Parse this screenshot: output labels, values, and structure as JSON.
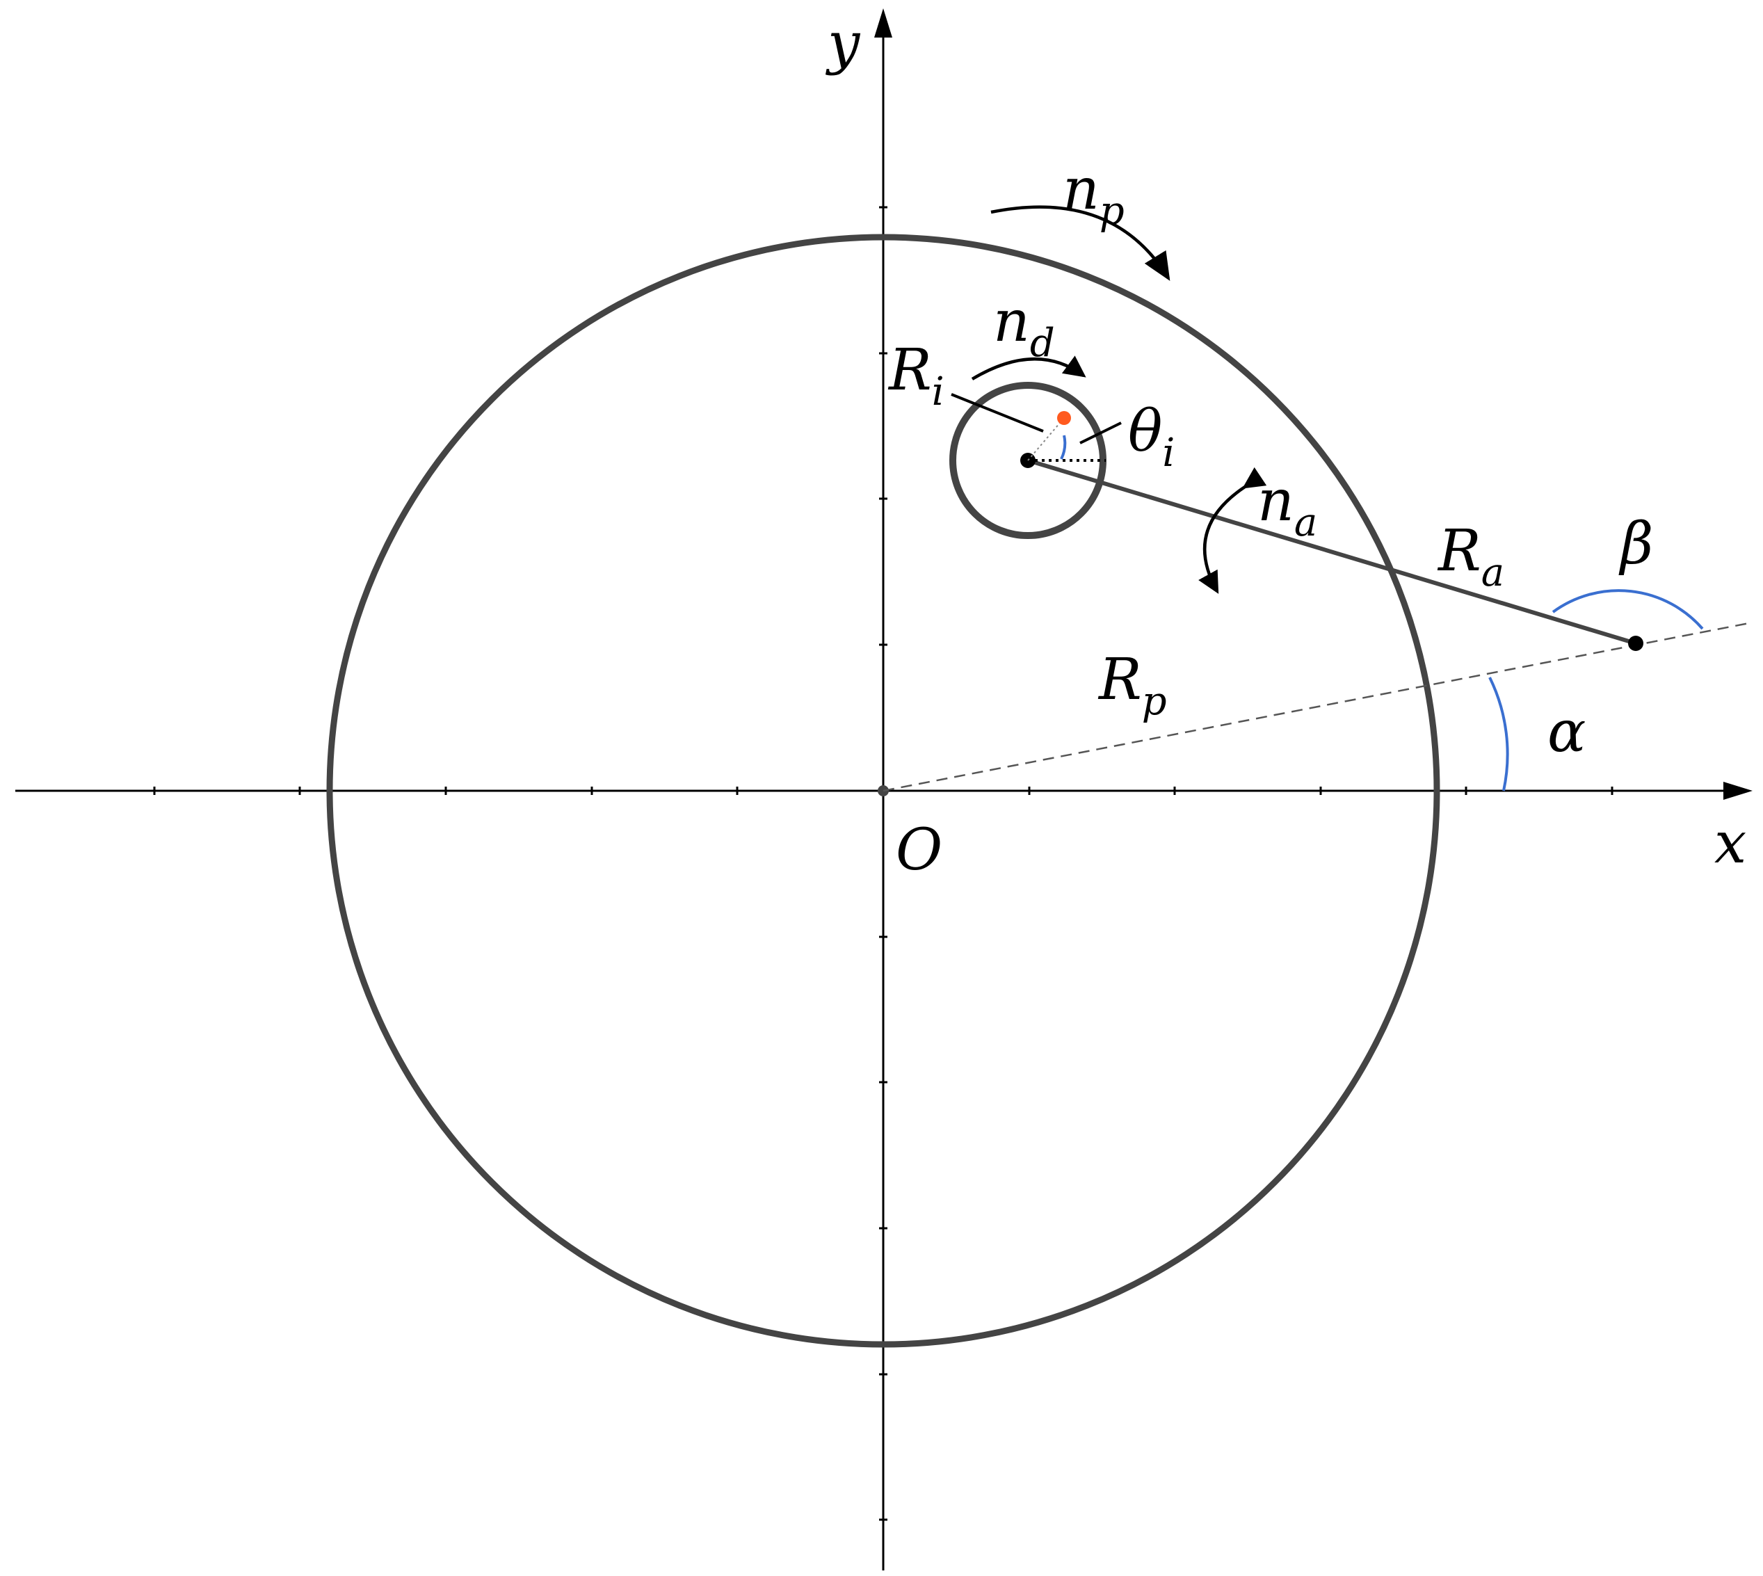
{
  "diagram": {
    "labels": {
      "y_axis": "y",
      "x_axis": "x",
      "origin": "O",
      "n_p": {
        "main": "n",
        "sub": "p"
      },
      "n_d": {
        "main": "n",
        "sub": "d"
      },
      "R_i": {
        "main": "R",
        "sub": "i"
      },
      "theta_i": {
        "main": "θ",
        "sub": "i"
      },
      "n_a": {
        "main": "n",
        "sub": "a"
      },
      "R_a": {
        "main": "R",
        "sub": "a"
      },
      "R_p": {
        "main": "R",
        "sub": "p"
      },
      "beta": "β",
      "alpha": "α"
    },
    "colors": {
      "stroke": "#000000",
      "circle": "#444444",
      "angle_arc": "#3a6fd0",
      "point_marker": "#ff5a1f"
    }
  }
}
